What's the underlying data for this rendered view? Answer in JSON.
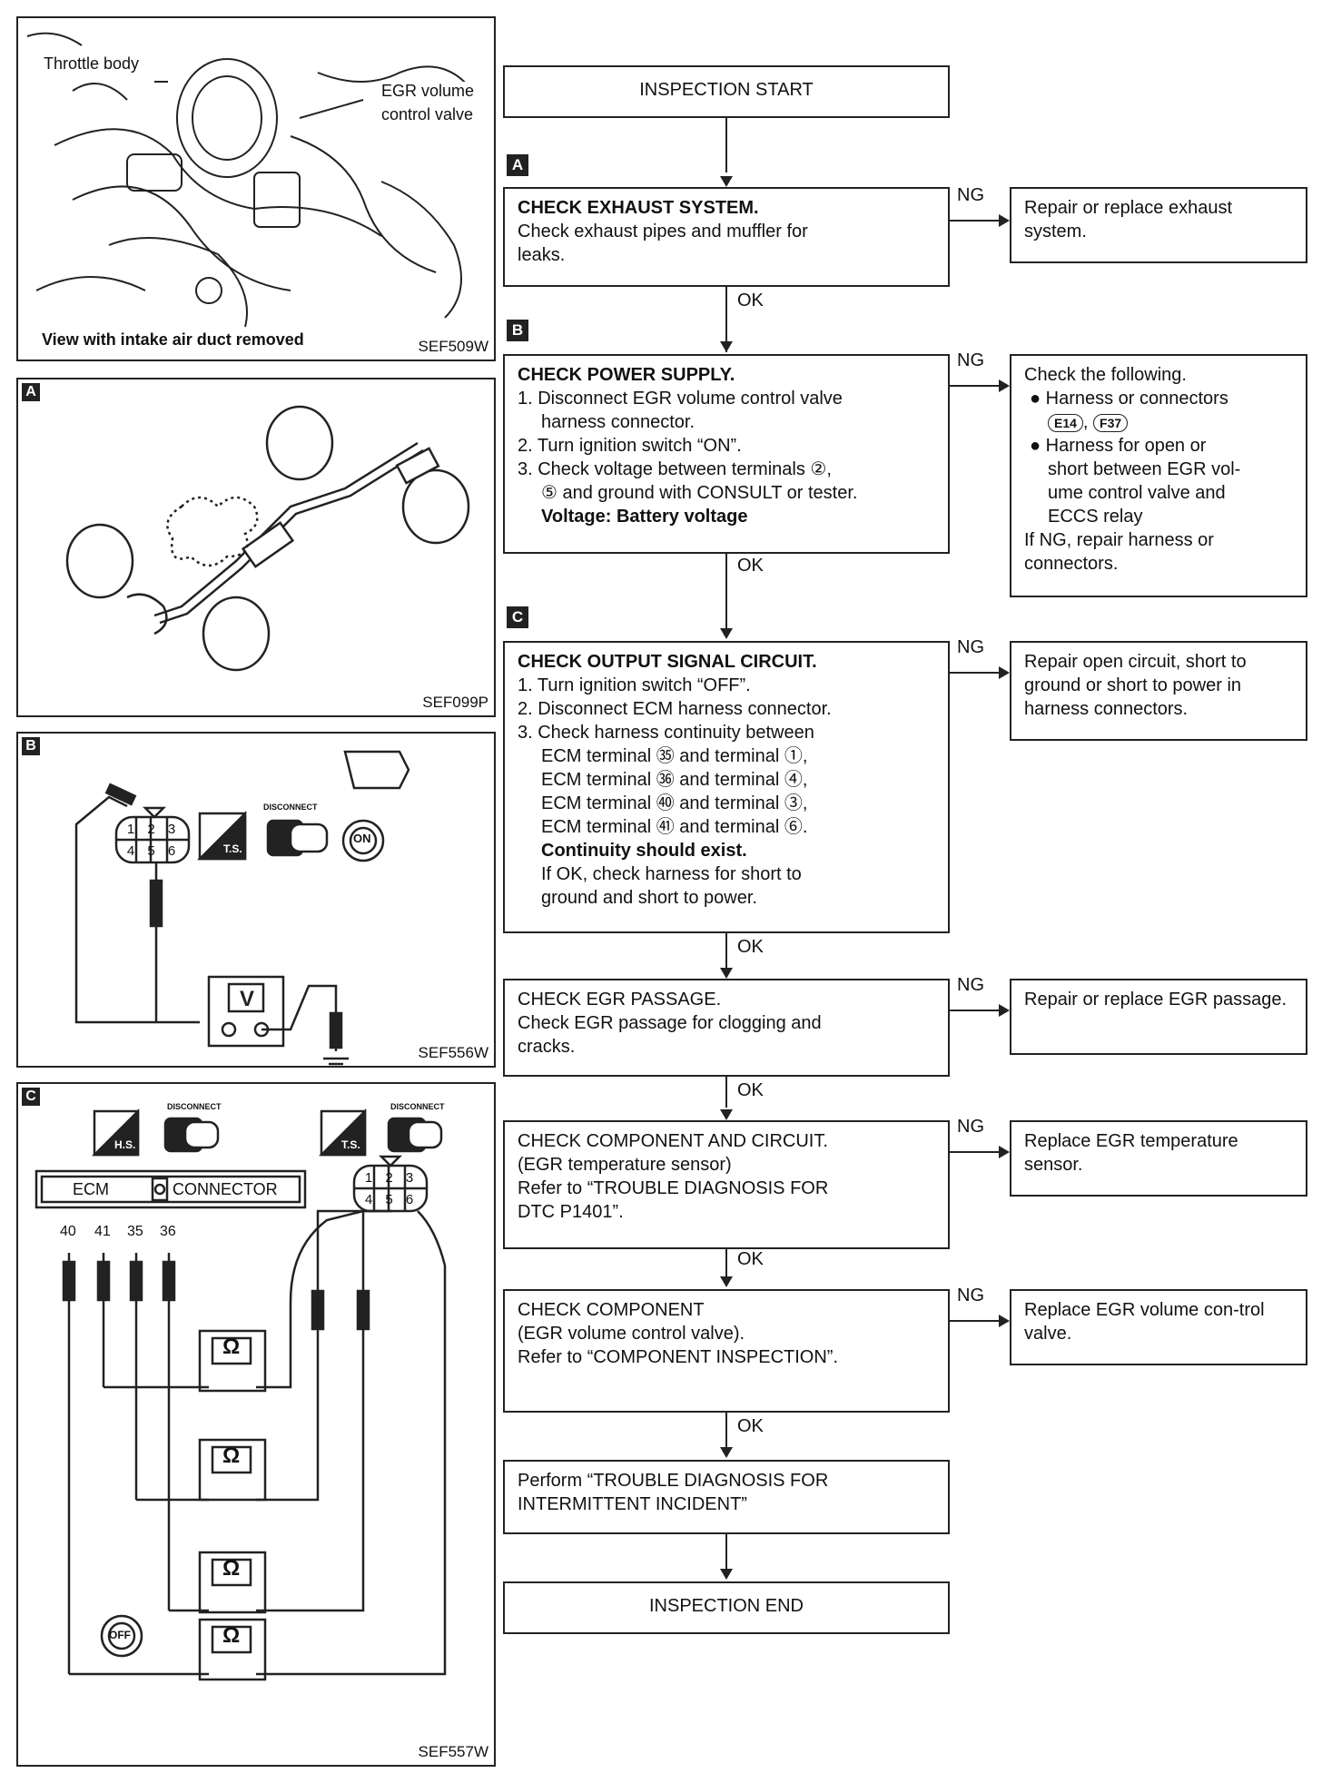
{
  "figures": {
    "photo": {
      "throttle_label": "Throttle body",
      "egr_label_1": "EGR volume",
      "egr_label_2": "control valve",
      "caption": "View with intake air duct removed",
      "code": "SEF509W"
    },
    "a": {
      "tag": "A",
      "code": "SEF099P"
    },
    "b": {
      "tag": "B",
      "code": "SEF556W",
      "disconnect": "DISCONNECT",
      "ts": "T.S.",
      "on": "ON",
      "meter": "V"
    },
    "c": {
      "tag": "C",
      "code": "SEF557W",
      "disconnect": "DISCONNECT",
      "hs": "H.S.",
      "ts": "T.S.",
      "ecm": "ECM",
      "connector": "CONNECTOR",
      "off": "OFF",
      "pins": [
        "40",
        "41",
        "35",
        "36"
      ],
      "meter": "Ω"
    }
  },
  "flow": {
    "start": "INSPECTION START",
    "end": "INSPECTION END",
    "ok": "OK",
    "ng": "NG",
    "step_a": {
      "tag": "A",
      "title": "CHECK EXHAUST SYSTEM.",
      "line1": "Check exhaust pipes and muffler for",
      "line2": "leaks.",
      "ng_result": "Repair or replace exhaust system."
    },
    "step_b": {
      "tag": "B",
      "title": "CHECK POWER SUPPLY.",
      "i1a": "1. Disconnect EGR volume control valve",
      "i1b": "harness connector.",
      "i2": "2. Turn ignition switch “ON”.",
      "i3a": "3. Check voltage between terminals ②,",
      "i3b": "⑤ and ground with CONSULT or tester.",
      "bold": "Voltage: Battery voltage",
      "ng_head": "Check the following.",
      "ng_b1": "Harness or connectors",
      "ng_c1": "E14",
      "ng_c2": "F37",
      "ng_b2a": "Harness for open or",
      "ng_b2b": "short between EGR vol-",
      "ng_b2c": "ume control valve and",
      "ng_b2d": "ECCS relay",
      "ng_tail1": "If NG, repair harness or",
      "ng_tail2": "connectors."
    },
    "step_c": {
      "tag": "C",
      "title": "CHECK OUTPUT SIGNAL CIRCUIT.",
      "i1": "1. Turn ignition switch “OFF”.",
      "i2": "2. Disconnect ECM harness connector.",
      "i3": "3. Check harness continuity between",
      "r1": "ECM terminal ㉟ and terminal ①,",
      "r2": "ECM terminal ㊱ and terminal ④,",
      "r3": "ECM terminal ㊵ and terminal ③,",
      "r4": "ECM terminal ㊶ and terminal ⑥.",
      "bold": "Continuity should exist.",
      "t1": "If OK, check harness for short to",
      "t2": "ground and short to power.",
      "ng_result": "Repair open circuit, short to ground or short to power in harness connectors."
    },
    "step_d": {
      "l1": "CHECK EGR PASSAGE.",
      "l2": "Check EGR passage for clogging and",
      "l3": "cracks.",
      "ng_result": "Repair or replace EGR passage."
    },
    "step_e": {
      "l1": "CHECK COMPONENT AND CIRCUIT.",
      "l2": "(EGR temperature sensor)",
      "l3": "Refer to “TROUBLE DIAGNOSIS FOR",
      "l4": "DTC P1401”.",
      "ng_result": "Replace EGR temperature sensor."
    },
    "step_f": {
      "l1": "CHECK COMPONENT",
      "l2": "(EGR volume control valve).",
      "l3": "Refer to “COMPONENT INSPECTION”.",
      "ng_result": "Replace EGR volume con-trol valve."
    },
    "step_g": {
      "l1": "Perform “TROUBLE DIAGNOSIS FOR",
      "l2": "INTERMITTENT INCIDENT”"
    }
  }
}
